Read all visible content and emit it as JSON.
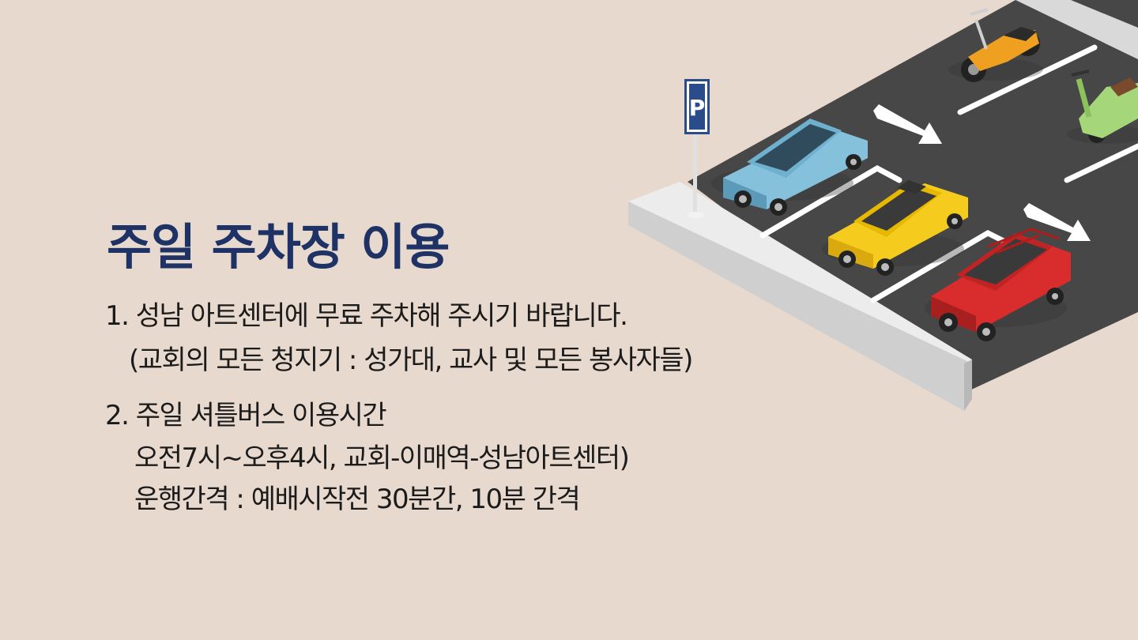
{
  "title": "주일 주차장 이용",
  "items": [
    {
      "lines": [
        "1. 성남 아트센터에 무료 주차해 주시기 바랍니다.",
        "(교회의 모든 청지기 : 성가대, 교사 및 모든 봉사자들)"
      ]
    },
    {
      "lines": [
        "2. 주일 셔틀버스 이용시간",
        "오전7시~오후4시, 교회-이매역-성남아트센터)",
        "운행간격 : 예배시작전 30분간, 10분 간격"
      ]
    }
  ],
  "illustration": {
    "sign_letter": "P",
    "colors": {
      "background": "#e8d9ce",
      "title": "#1e3266",
      "asphalt": "#474747",
      "curb": "#d6d6d6",
      "car_blue": "#86c1dc",
      "car_yellow": "#f5cc1d",
      "car_red": "#d92d2d",
      "motorbike": "#f0a020",
      "scooter": "#a6d67a",
      "sign": "#2a4c8a"
    }
  }
}
